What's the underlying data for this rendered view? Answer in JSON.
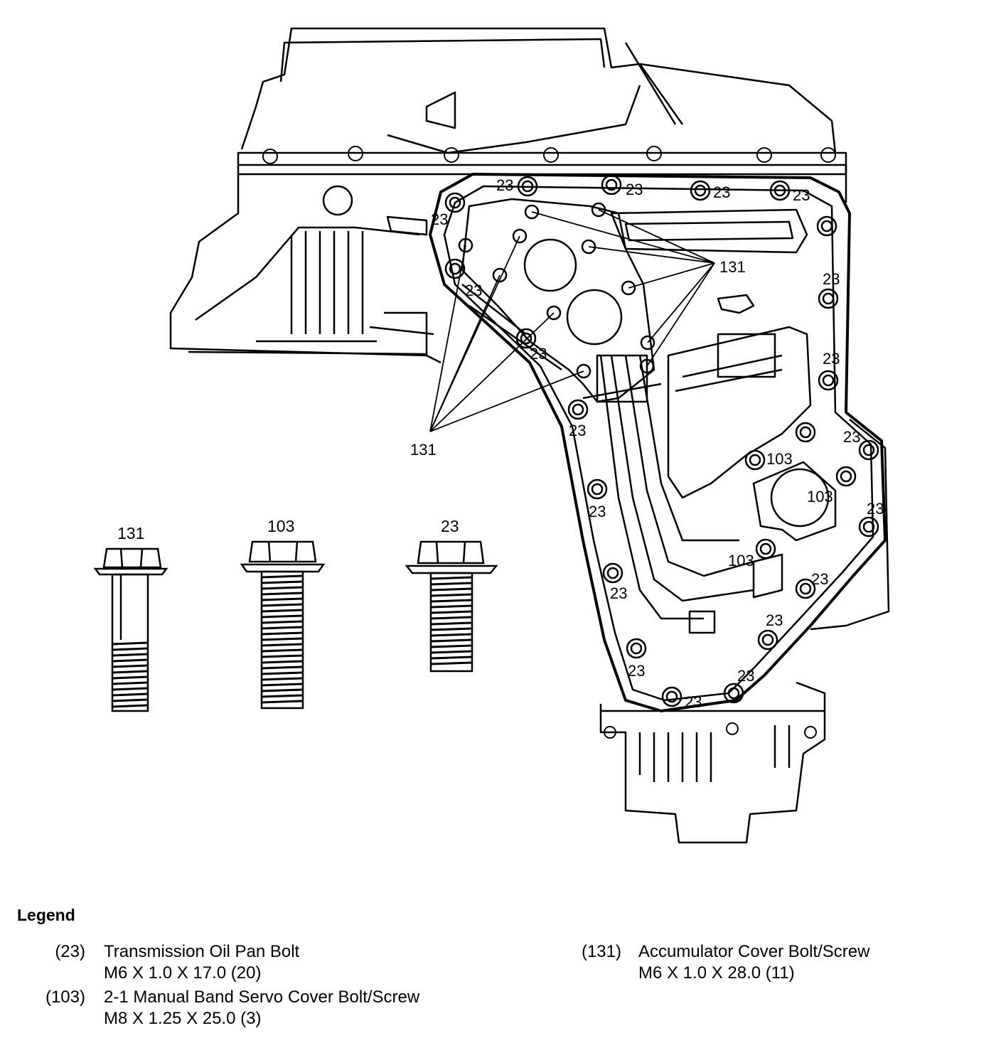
{
  "callouts": {
    "pan_bolt": "23",
    "servo_bolt": "103",
    "accumulator_bolt": "131"
  },
  "bolt_headers": {
    "accumulator": "131",
    "servo": "103",
    "pan": "23"
  },
  "legend": {
    "title": "Legend",
    "items": [
      {
        "num": "(23)",
        "name": "Transmission Oil Pan Bolt",
        "spec": "M6 X 1.0 X 17.0 (20)"
      },
      {
        "num": "(103)",
        "name": "2-1 Manual Band Servo Cover Bolt/Screw",
        "spec": "M8 X 1.25 X 25.0 (3)"
      },
      {
        "num": "(131)",
        "name": "Accumulator Cover Bolt/Screw",
        "spec": "M6 X 1.0 X 28.0 (11)"
      }
    ]
  }
}
